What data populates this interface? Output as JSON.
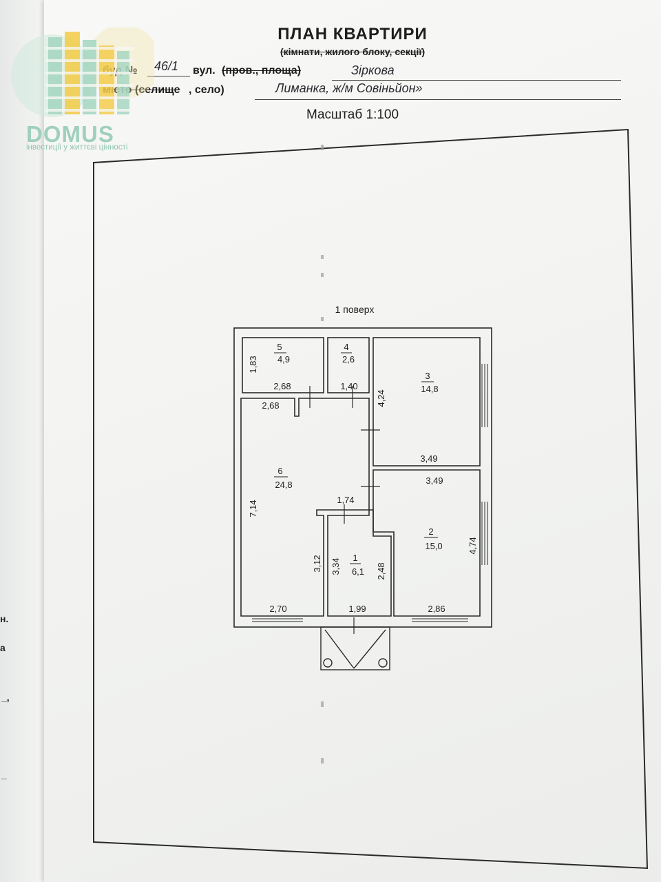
{
  "document": {
    "title": "ПЛАН КВАРТИРИ",
    "subtitle": "(кімнати, жилого блоку, секції)",
    "building_label": "буд.№",
    "building_number": "46/1",
    "street_label_a": "вул.",
    "street_label_b": "(пров., площа)",
    "street": "Зіркова",
    "city_label_a": "місто (селище",
    "city_label_b": ", село)",
    "city": "Лиманка, ж/м Совіньйон»",
    "scale": "Масштаб 1:100",
    "floor": "1 поверх"
  },
  "logo": {
    "word": "DOMUS",
    "tagline": "інвестиції у життєві цінності",
    "colors": {
      "yellow": "#f2cb45",
      "green": "#9fd3bd",
      "mint": "#c9e9d9"
    }
  },
  "edge_marks": [
    "н.",
    "а",
    "_,",
    "_"
  ],
  "rooms": [
    {
      "number": "1",
      "area": "6,1"
    },
    {
      "number": "2",
      "area": "15,0"
    },
    {
      "number": "3",
      "area": "14,8"
    },
    {
      "number": "4",
      "area": "2,6"
    },
    {
      "number": "5",
      "area": "4,9"
    },
    {
      "number": "6",
      "area": "24,8"
    }
  ],
  "dimensions": {
    "r5_height": "1,83",
    "r5_width": "2,68",
    "r4_width": "1,40",
    "r3_height": "4,24",
    "r3_width": "3,49",
    "r6_top": "2,68",
    "r6_height": "7,14",
    "r6_bottom": "2,70",
    "r6_inner": "3,12",
    "r1_top": "1,74",
    "r1_left": "3,34",
    "r1_right": "2,48",
    "r1_bottom": "1,99",
    "r2_top": "3,49",
    "r2_height": "4,74",
    "r2_bottom": "2,86"
  }
}
